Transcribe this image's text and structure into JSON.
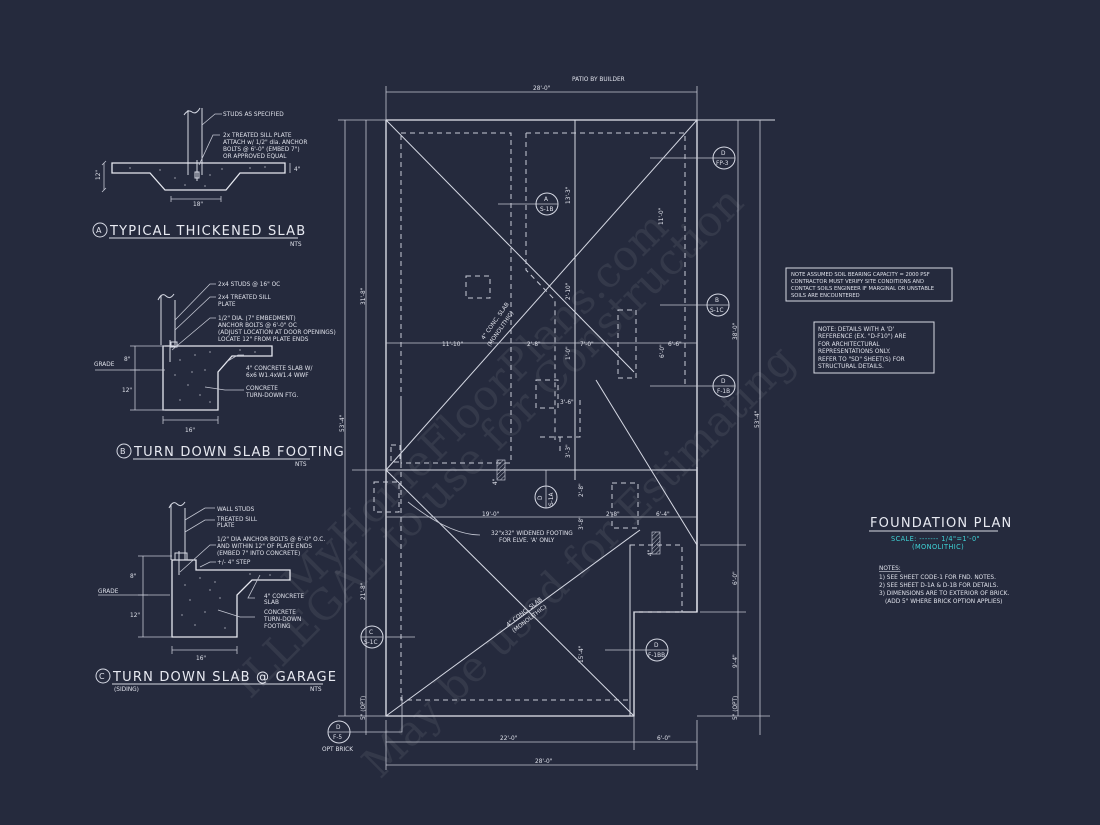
{
  "sheet": {
    "background": "#252a3d",
    "line_color": "#d6d9e4",
    "accent_color": "#3fd2d6"
  },
  "plan": {
    "top_label": "PATIO BY BUILDER",
    "dim_top": "28'-0\"",
    "dim_bottom_total": "28'-0\"",
    "dim_bottom_left": "22'-0\"",
    "dim_bottom_right": "6'-0\"",
    "dim_left_total": "53'-4\"",
    "dim_left_upper": "31'-8\"",
    "dim_left_lower": "21'-8\"",
    "dim_left_opt": "5\" (OPT)",
    "dim_right_total": "53'-4\"",
    "dim_right_upper": "38'-0\"",
    "dim_right_mid": "6'-0\"",
    "dim_right_lower": "9'-4\"",
    "dim_right_opt": "5\" (OPT)",
    "dim_11_10": "11'-10\"",
    "dim_2_8a": "2'-8\"",
    "dim_7_0": "7'-0\"",
    "dim_6_6": "6'-6\"",
    "dim_6_0v": "6'-0\"",
    "dim_13_3": "13'-3\"",
    "dim_11_0": "11'-0\"",
    "dim_2_10": "2'-10\"",
    "dim_1_0": "1'-0\"",
    "dim_3_6": "3'-6\"",
    "dim_3_3": "3'-3\"",
    "dim_2_8b": "2'-8\"",
    "dim_3_8": "3'-8\"",
    "dim_2_8c": "2'-8\"",
    "dim_6_4": "6'-4\"",
    "dim_19_0": "19'-0\"",
    "dim_15_4": "15'-4\"",
    "dim_4a": "4\"",
    "dim_4b": "4\"",
    "slab_note_1": "4\" CONC. SLAB",
    "slab_note_1b": "(MONOLITHIC)",
    "slab_note_2": "4\" CONC. SLAB",
    "slab_note_2b": "(MONOLITHIC)",
    "footing_note_1": "32\"x32\" WIDENED FOOTING",
    "footing_note_2": "FOR ELVE. 'A' ONLY",
    "opt_brick": "OPT BRICK",
    "callouts": [
      {
        "letter": "D",
        "ref": "FP-3"
      },
      {
        "letter": "A",
        "ref": "S-1B"
      },
      {
        "letter": "B",
        "ref": "S-1C"
      },
      {
        "letter": "D",
        "ref": "F-1B"
      },
      {
        "letter": "D",
        "ref": "S-1A"
      },
      {
        "letter": "C",
        "ref": "S-1C"
      },
      {
        "letter": "D",
        "ref": "F-1BB"
      },
      {
        "letter": "D",
        "ref": "F-5"
      }
    ]
  },
  "details": {
    "a": {
      "letter": "A",
      "title": "TYPICAL THICKENED SLAB",
      "scale": "NTS",
      "notes": [
        "STUDS AS SPECIFIED",
        "2x TREATED SILL PLATE",
        "ATTACH w/ 1/2\" dia. ANCHOR",
        "BOLTS @ 6'-0\" (EMBED 7\")",
        "OR APPROVED EQUAL"
      ],
      "dim_width": "18\"",
      "dim_depth": "12\"",
      "dim_slab": "4\""
    },
    "b": {
      "letter": "B",
      "title": "TURN DOWN SLAB FOOTING",
      "scale": "NTS",
      "notes": [
        "2x4 STUDS @ 16\" OC",
        "2x4 TREATED SILL",
        "PLATE",
        "1/2\" DIA. (7\" EMBEDMENT)",
        "ANCHOR BOLTS @ 6'-0\" OC",
        "(ADJUST LOCATION AT DOOR OPENINGS)",
        "LOCATE 12\" FROM PLATE ENDS",
        "4\" CONCRETE SLAB W/",
        "6x6 W1.4xW1.4 WWF",
        "CONCRETE",
        "TURN-DOWN FTG."
      ],
      "grade": "GRADE",
      "dim_8": "8\"",
      "dim_12": "12\"",
      "dim_16": "16\""
    },
    "c": {
      "letter": "C",
      "title": "TURN DOWN SLAB @ GARAGE",
      "subtitle": "(SIDING)",
      "scale": "NTS",
      "notes": [
        "WALL STUDS",
        "TREATED SILL",
        "PLATE",
        "1/2\" DIA ANCHOR BOLTS @ 6'-0\" O.C.",
        "AND WITHIN 12\" OF PLATE ENDS",
        "(EMBED 7\" INTO CONCRETE)",
        "+/- 4\" STEP",
        "4\" CONCRETE",
        "SLAB",
        "CONCRETE",
        "TURN-DOWN",
        "FOOTING"
      ],
      "grade": "GRADE",
      "dim_8": "8\"",
      "dim_12": "12\"",
      "dim_16": "16\""
    }
  },
  "notes_box_1": [
    "NOTE ASSUMED SOIL BEARING CAPACITY = 2000 PSF",
    "CONTRACTOR MUST VERIFY SITE CONDITIONS AND",
    "CONTACT SOILS ENGINEER IF MARGINAL OR UNSTABLE",
    "SOILS ARE ENCOUNTERED"
  ],
  "notes_box_2": [
    "NOTE: DETAILS WITH A 'D'",
    "REFERENCE (EX. \"D-F10\") ARE",
    "FOR ARCHITECTURAL",
    "REPRESENTATIONS ONLY.",
    "REFER TO \"SD\" SHEET(S) FOR",
    "STRUCTURAL DETAILS."
  ],
  "title_block": {
    "title": "FOUNDATION PLAN",
    "scale": "SCALE: ------- 1/4\"=1'-0\"",
    "type": "(MONOLITHIC)",
    "notes_heading": "NOTES:",
    "notes": [
      "1) SEE SHEET CODE-1 FOR FND. NOTES.",
      "2) SEE SHEET D-1A & D-1B FOR DETAILS.",
      "3) DIMENSIONS ARE TO EXTERIOR OF BRICK.",
      "(ADD 5\" WHERE BRICK OPTION APPLIES)"
    ]
  },
  "watermark": {
    "line1": "MyHomeFloorPlans.com",
    "line2": "ILLEGAL to use for Construction",
    "line3": "May be used for Estimating"
  }
}
